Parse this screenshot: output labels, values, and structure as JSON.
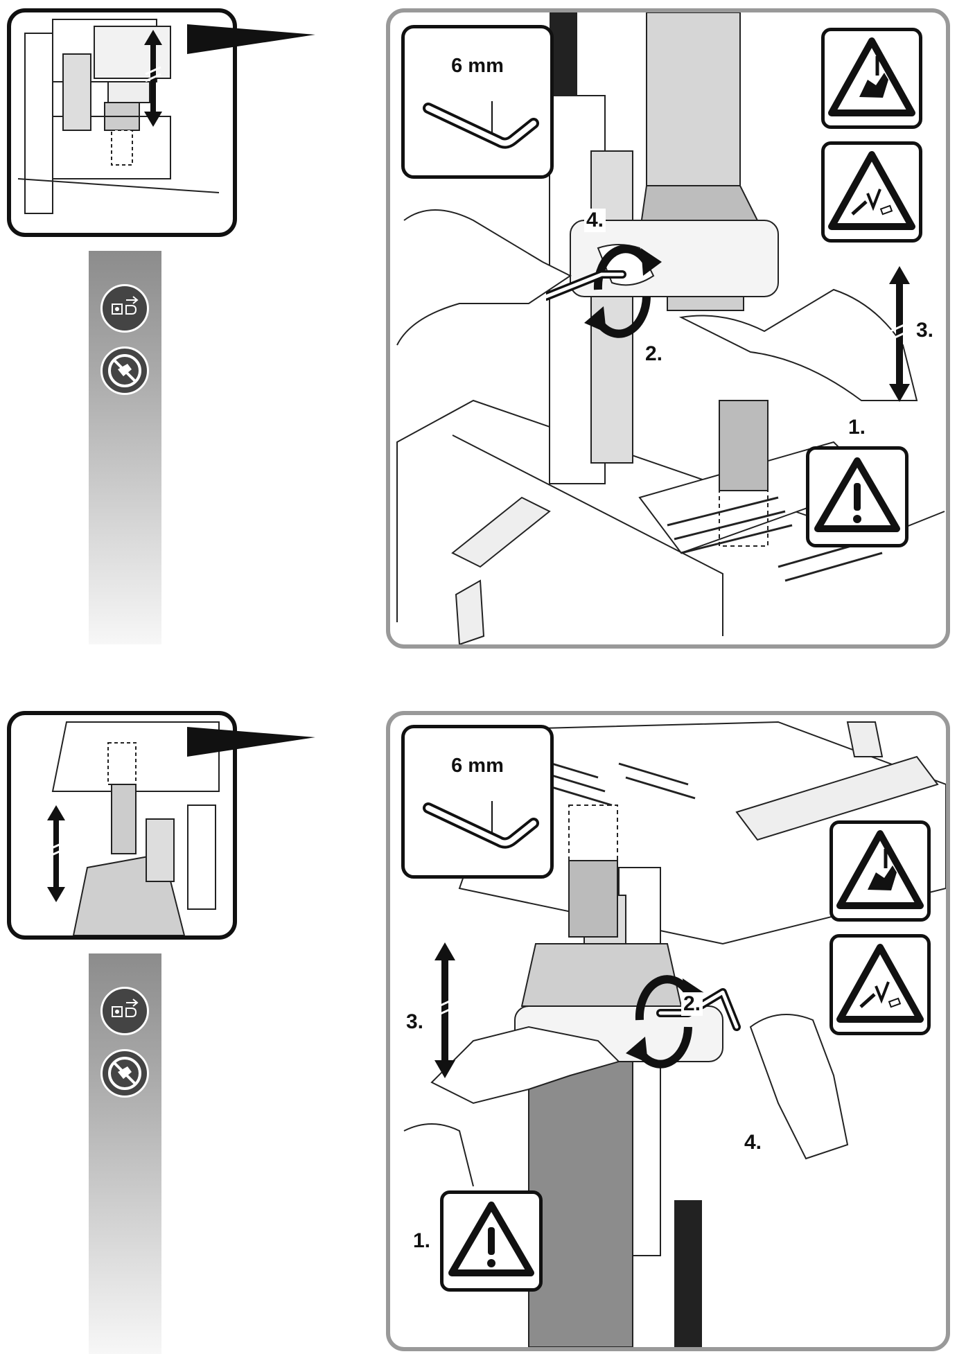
{
  "top_step": {
    "tool_size": "6 mm",
    "labels": {
      "step1": "1.",
      "step2": "2.",
      "step3": "3.",
      "step4": "4."
    }
  },
  "bottom_step": {
    "tool_size": "6 mm",
    "labels": {
      "step1": "1.",
      "step2": "2.",
      "step3": "3.",
      "step4": "4."
    }
  },
  "icons": {
    "thumbnail_motion": "up-down-arrow-icon",
    "sidebar": [
      "unplug-power-icon",
      "no-touch-cutter-icon"
    ],
    "warnings": [
      "crush-hazard-icon",
      "flying-chips-icon",
      "general-warning-icon"
    ],
    "tool": "hex-key-icon",
    "rotation": "rotate-arrows-icon"
  }
}
